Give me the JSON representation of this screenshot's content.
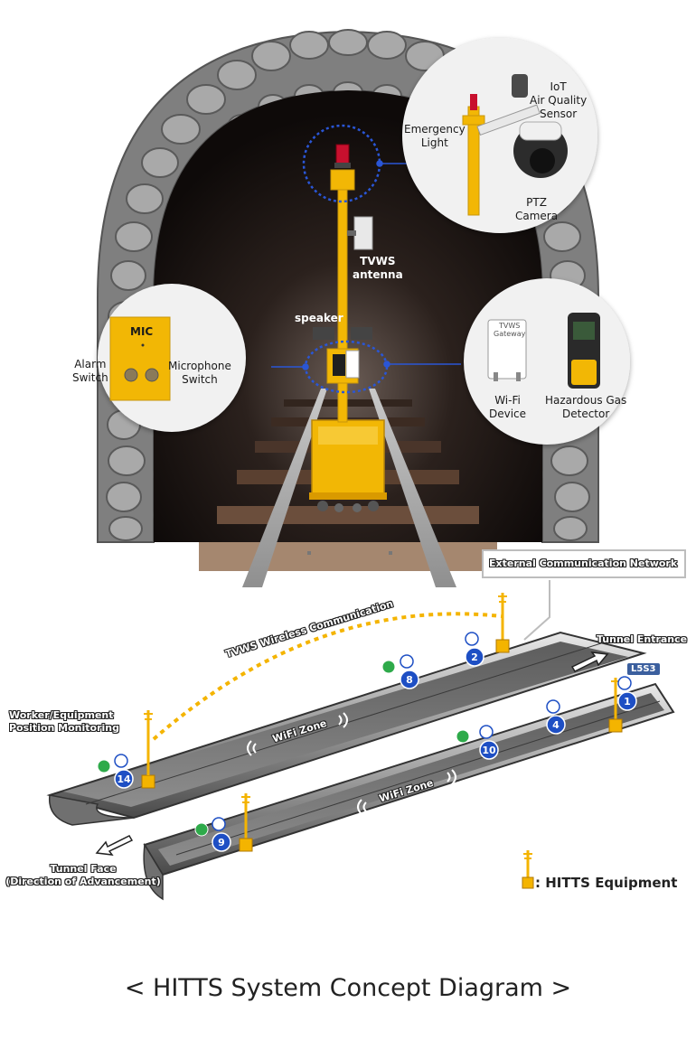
{
  "labels": {
    "iot_sensor": "IoT\nAir Quality\nSensor",
    "emergency_light": "Emergency\nLight",
    "ptz_camera": "PTZ\nCamera",
    "tvws_antenna": "TVWS\nantenna",
    "speaker": "speaker",
    "mic": "MIC",
    "alarm_switch": "Alarm\nSwitch",
    "microphone_switch": "Microphone\nSwitch",
    "tvws_gateway": "TVWS\nGateway",
    "wifi_device": "Wi-Fi\nDevice",
    "gas_detector": "Hazardous Gas\nDetector"
  },
  "network": {
    "external_network": "External Communication Network",
    "tvws_wireless": "TVWS Wireless Communication",
    "tunnel_entrance": "Tunnel Entrance",
    "worker_monitoring": "Worker/Equipment\nPosition Monitoring",
    "wifi_zone": "WiFi Zone",
    "tunnel_face": "Tunnel Face\n(Direction of Advancement)",
    "l5s3": "L5S3"
  },
  "markers": [
    "14",
    "8",
    "2",
    "1",
    "9",
    "10",
    "4",
    "1"
  ],
  "legend": ": HITTS Equipment",
  "caption": "< HITTS System Concept Diagram >",
  "colors": {
    "equipment_yellow": "#f2b705",
    "tunnel_stone": "#8a8a8a",
    "dotted_link": "#f4b400",
    "marker_blue": "#1e4fc4",
    "marker_green": "#2eaa4a",
    "highlight_blue": "#2a56d6"
  }
}
